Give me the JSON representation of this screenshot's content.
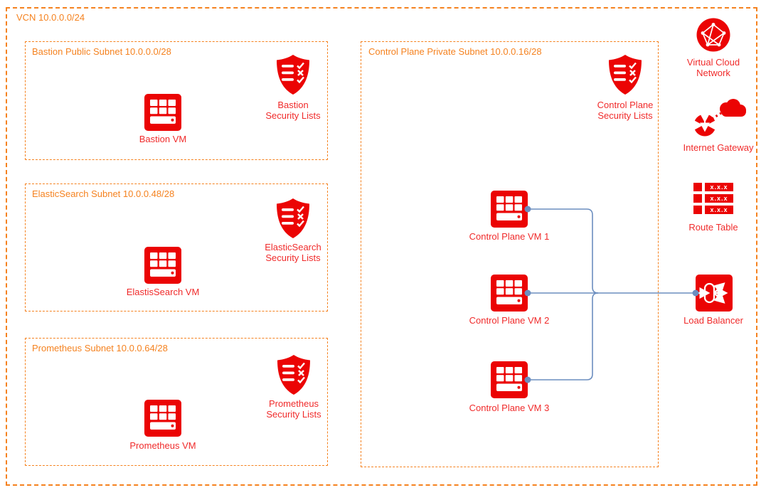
{
  "colors": {
    "icon_red": "#EB0404",
    "label_red": "#F02B2B",
    "border_orange": "#F5821F",
    "connector_blue": "#6C8EBF"
  },
  "vcn": {
    "title": "VCN 10.0.0.0/24"
  },
  "subnets": {
    "bastion": {
      "title": "Bastion Public Subnet 10.0.0.0/28",
      "vm_label": "Bastion VM",
      "security_list_line1": "Bastion",
      "security_list_line2": "Security Lists"
    },
    "elasticsearch": {
      "title": "ElasticSearch Subnet 10.0.0.48/28",
      "vm_label": "ElastisSearch VM",
      "security_list_line1": "ElasticSearch",
      "security_list_line2": "Security Lists"
    },
    "prometheus": {
      "title": "Prometheus Subnet 10.0.0.64/28",
      "vm_label": "Prometheus VM",
      "security_list_line1": "Prometheus",
      "security_list_line2": "Security Lists"
    },
    "control_plane": {
      "title": "Control Plane Private Subnet 10.0.0.16/28",
      "security_list_line1": "Control Plane",
      "security_list_line2": "Security Lists",
      "vm1_label": "Control Plane VM 1",
      "vm2_label": "Control Plane VM 2",
      "vm3_label": "Control Plane VM 3"
    }
  },
  "gateway_column": {
    "vcn_icon_line1": "Virtual Cloud",
    "vcn_icon_line2": "Network",
    "internet_gateway_label": "Internet Gateway",
    "route_table": {
      "label": "Route Table",
      "row_text": "x.x.x"
    },
    "load_balancer_label": "Load Balancer"
  }
}
